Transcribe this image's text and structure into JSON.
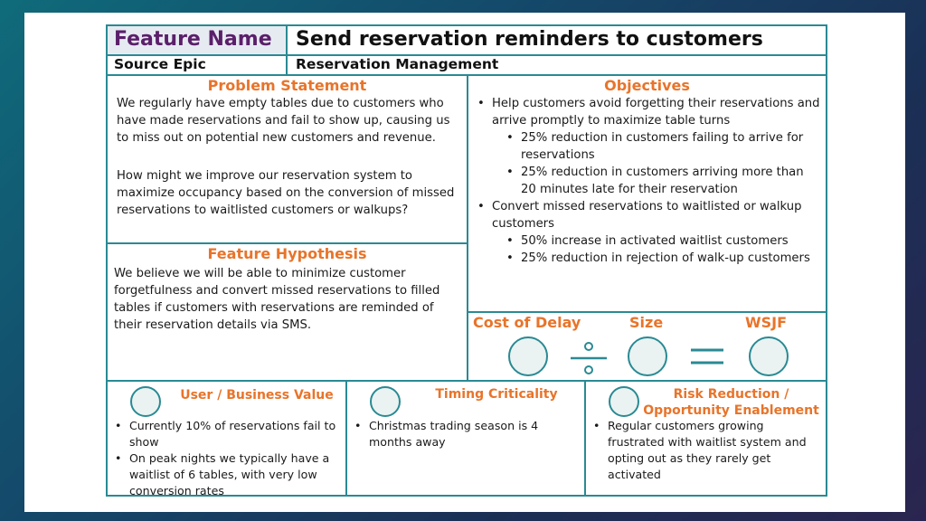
{
  "header": {
    "feature_name_label": "Feature Name",
    "feature_name_value": "Send reservation reminders to customers",
    "source_epic_label": "Source Epic",
    "source_epic_value": "Reservation Management"
  },
  "problem_statement": {
    "heading": "Problem Statement",
    "paragraphs": [
      "We regularly have empty tables due to customers who have made reservations and fail to show up, causing us to miss out on potential new customers and revenue.",
      "How might we improve our reservation system to maximize occupancy based on the conversion of missed reservations to waitlisted customers or walkups?"
    ]
  },
  "feature_hypothesis": {
    "heading": "Feature Hypothesis",
    "text": "We believe we will be able to minimize customer forgetfulness and convert missed reservations to filled tables if customers with reservations are reminded of their reservation details via SMS."
  },
  "objectives": {
    "heading": "Objectives",
    "items": [
      {
        "text": "Help customers avoid forgetting their reservations and arrive promptly to maximize table turns",
        "sub": [
          "25% reduction in customers failing to arrive for reservations",
          "25% reduction in customers arriving more than 20 minutes late for their reservation"
        ]
      },
      {
        "text": "Convert missed reservations to waitlisted or walkup customers",
        "sub": [
          "50% increase in activated waitlist customers",
          "25% reduction in rejection of walk-up customers"
        ]
      }
    ]
  },
  "wsjf": {
    "cost_of_delay_label": "Cost of Delay",
    "size_label": "Size",
    "wsjf_label": "WSJF"
  },
  "user_business_value": {
    "heading": "User / Business Value",
    "items": [
      "Currently 10% of reservations fail to show",
      "On peak nights we typically have a waitlist of 6 tables, with very low conversion rates"
    ]
  },
  "timing_criticality": {
    "heading": "Timing Criticality",
    "items": [
      "Christmas trading season is 4 months away"
    ]
  },
  "risk_reduction": {
    "heading_line1": "Risk Reduction /",
    "heading_line2": "Opportunity Enablement",
    "items": [
      "Regular customers growing frustrated with waitlist system and opting out as they rarely get activated"
    ]
  },
  "colors": {
    "accent_orange": "#e8742a",
    "border_teal": "#2a8a93",
    "title_purple": "#5b1f6a"
  }
}
